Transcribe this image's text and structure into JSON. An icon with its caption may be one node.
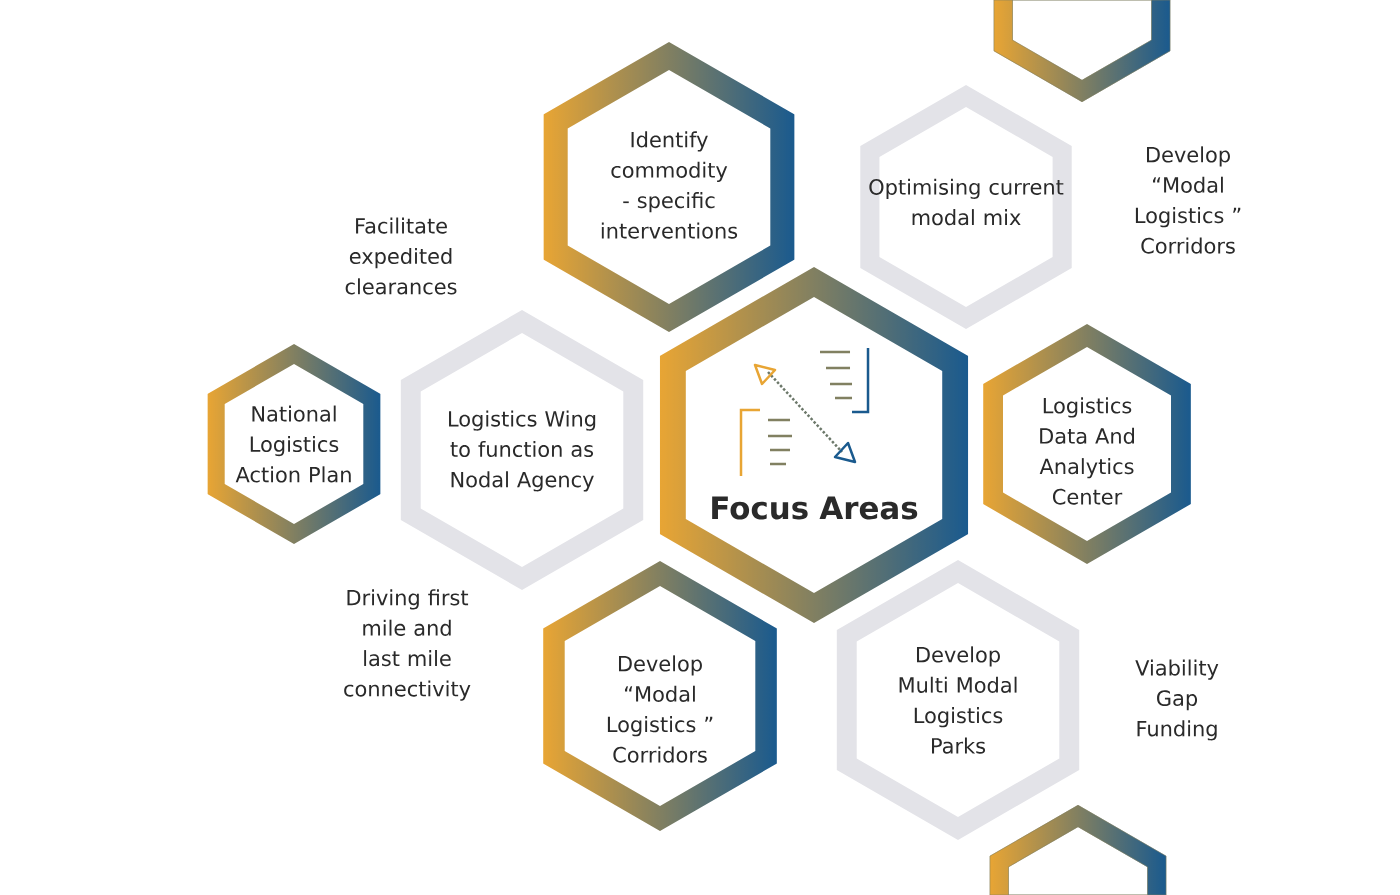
{
  "diagram": {
    "nodes": [
      {
        "text": [],
        "shape": "hexagon"
      },
      {
        "text": [
          "Identify commodity - specific interventions"
        ]
      },
      {
        "text": [
          "Optimising current modal mix"
        ]
      },
      {
        "text": [
          "Develop “Modal Logistics ” Corridors"
        ]
      },
      {
        "text": [
          "Facilitate expedited clearances"
        ]
      },
      {
        "text": [
          "National Logistics Action Plan"
        ]
      },
      {
        "text": [
          "Logistics Wing to function as Nodal Agency"
        ]
      },
      {
        "text": [
          "Focus Areas"
        ]
      },
      {
        "text": [
          "Logistics Data And Analytics Center"
        ]
      },
      {
        "text": [
          "Driving first mile and last mile connectivity"
        ]
      },
      {
        "text": [
          "Develop “Modal Logistics ” Corridors"
        ]
      },
      {
        "text": [
          "Develop Multi Modal Logistics Parks"
        ]
      },
      {
        "text": [
          "Viability Gap Funding"
        ]
      },
      {
        "text": [],
        "shape": "hexagon"
      }
    ]
  }
}
